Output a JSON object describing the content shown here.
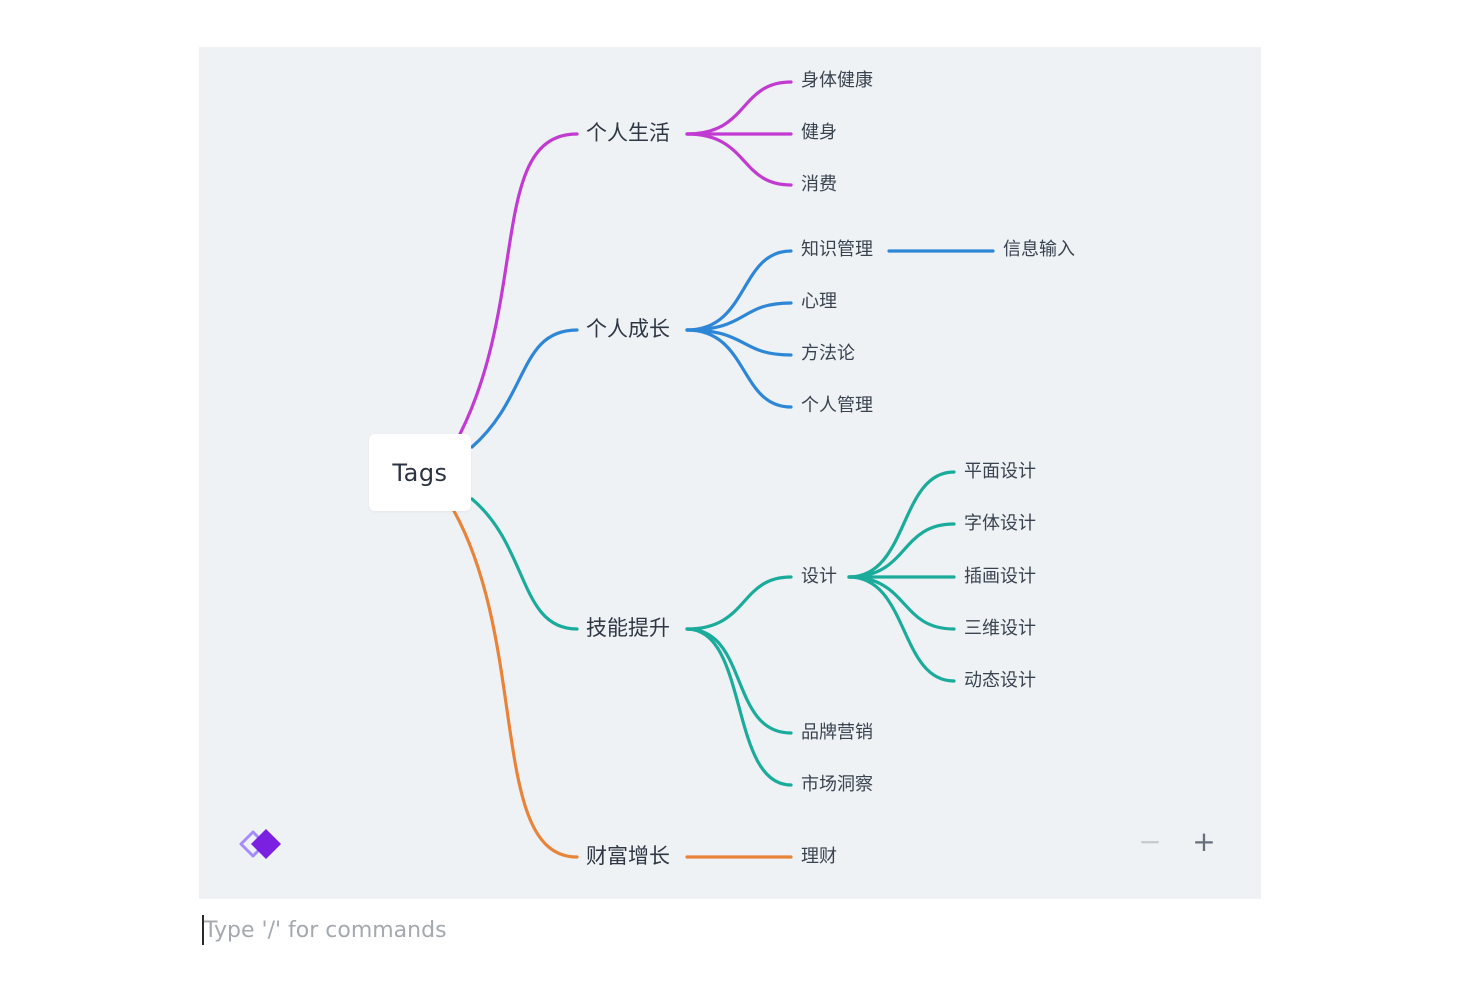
{
  "root": {
    "label": "Tags"
  },
  "branches": [
    {
      "id": "life",
      "label": "个人生活",
      "color": "#c13ad1",
      "children": [
        {
          "id": "life-1",
          "label": "身体健康"
        },
        {
          "id": "life-2",
          "label": "健身"
        },
        {
          "id": "life-3",
          "label": "消费"
        }
      ]
    },
    {
      "id": "growth",
      "label": "个人成长",
      "color": "#2e86d6",
      "children": [
        {
          "id": "growth-1",
          "label": "知识管理",
          "children": [
            {
              "id": "growth-1-1",
              "label": "信息输入"
            }
          ]
        },
        {
          "id": "growth-2",
          "label": "心理"
        },
        {
          "id": "growth-3",
          "label": "方法论"
        },
        {
          "id": "growth-4",
          "label": "个人管理"
        }
      ]
    },
    {
      "id": "skills",
      "label": "技能提升",
      "color": "#1aab9b",
      "children": [
        {
          "id": "skills-1",
          "label": "设计",
          "children": [
            {
              "id": "skills-1-1",
              "label": "平面设计"
            },
            {
              "id": "skills-1-2",
              "label": "字体设计"
            },
            {
              "id": "skills-1-3",
              "label": "插画设计"
            },
            {
              "id": "skills-1-4",
              "label": "三维设计"
            },
            {
              "id": "skills-1-5",
              "label": "动态设计"
            }
          ]
        },
        {
          "id": "skills-2",
          "label": "品牌营销"
        },
        {
          "id": "skills-3",
          "label": "市场洞察"
        }
      ]
    },
    {
      "id": "wealth",
      "label": "财富增长",
      "color": "#e8833a",
      "children": [
        {
          "id": "wealth-1",
          "label": "理财"
        }
      ]
    }
  ],
  "controls": {
    "zoom_out": "−",
    "zoom_in": "+",
    "zoom_out_color": "#c7ccd2",
    "zoom_in_color": "#66707c"
  },
  "logo": {
    "icon": "diamond-logo-icon",
    "color": "#7b1fe0"
  },
  "editor": {
    "placeholder": "Type '/' for commands"
  }
}
